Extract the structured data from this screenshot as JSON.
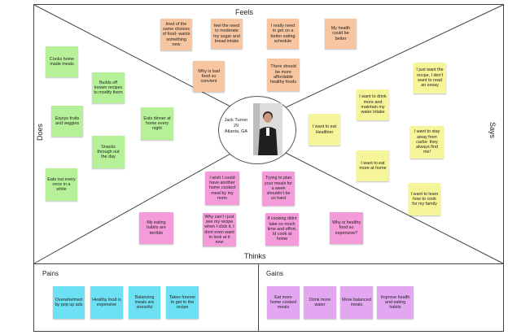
{
  "quadrants": {
    "feels": "Feels",
    "says": "Says",
    "does": "Does",
    "thinks": "Thinks"
  },
  "persona": {
    "name": "Jack Turner",
    "age": "29",
    "location": "Atlanta, GA"
  },
  "colors": {
    "feels": "#f7c59f",
    "says": "#f6f59a",
    "does": "#b6f19a",
    "thinks": "#f39cd9",
    "pains": "#6de1f3",
    "gains": "#e3a7f2"
  },
  "feels_notes": [
    "tired of the same choices of food- wants something new",
    "feel the need to moderate my sugar and bread intake",
    "I really need to get on a better eating schedule",
    "My health could be better",
    "Why is bad food so convient",
    "There should be more affordable healthy foods"
  ],
  "says_notes": [
    "I just want the recipe, I don't want to read an essay",
    "I want to drink more and maintain my water intake",
    "I want to eat Healthier",
    "I want to stay away from carbs- they always find me!",
    "I want to eat more at home",
    "I want to learn how to cook for my family"
  ],
  "does_notes": [
    "Cooks home made meals",
    "Builds off known recipes to modify them",
    "Enjoys fruits and veggies",
    "Eats dinner at home every night",
    "Snacks through out the day",
    "Eats out every once in a while"
  ],
  "thinks_notes": [
    "I wish I could have another home cooked meal by my mom",
    "Trying to plan your meals for a week shouldn't be so hard",
    "My eating habits are terrible",
    "Why can't i just see my recipe when I click it, I dont even want to look at it now",
    "If cooking didnt take so much time and effort, Id cook at home",
    "Why is healthy food so expensive?"
  ],
  "pains": {
    "title": "Pains",
    "notes": [
      "Overwhelmed by pop up ads",
      "Healthy food is expensive",
      "Balancing meals are stressful",
      "Takes forever to get to the recipe"
    ]
  },
  "gains": {
    "title": "Gains",
    "notes": [
      "Eat more home cooked meals",
      "Drink more water",
      "More balanced meals",
      "Improve health and eating habits"
    ]
  }
}
